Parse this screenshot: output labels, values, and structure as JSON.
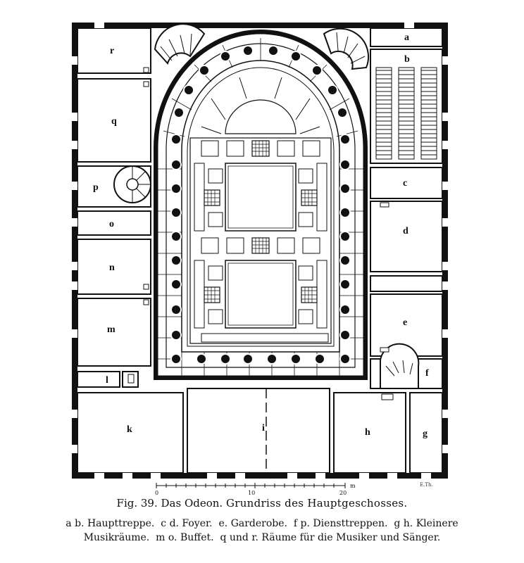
{
  "rooms": {
    "a": "a",
    "b": "b",
    "c1": "c",
    "d": "d",
    "e": "e",
    "f": "f",
    "g": "g",
    "h": "h",
    "i": "i",
    "k": "k",
    "l": "l",
    "m": "m",
    "n": "n",
    "o": "o",
    "p": "p",
    "q": "q",
    "r": "r"
  },
  "scale": {
    "tick_0": "0",
    "tick_10": "10",
    "tick_20": "20",
    "unit": "m"
  },
  "signature": "E.Th.",
  "caption": {
    "figure": "Fig. 39.",
    "title": "Das Odeon.",
    "subtitle": "Grundriss des Hauptgeschosses.",
    "legend_line1": "a b. Haupttreppe.  c d. Foyer.  e. Garderobe.  f p. Diensttreppen.  g h. Kleinere",
    "legend_line2": "Musikräume.  m o. Buffet.  q und r. Räume für die Musiker und Sänger."
  }
}
